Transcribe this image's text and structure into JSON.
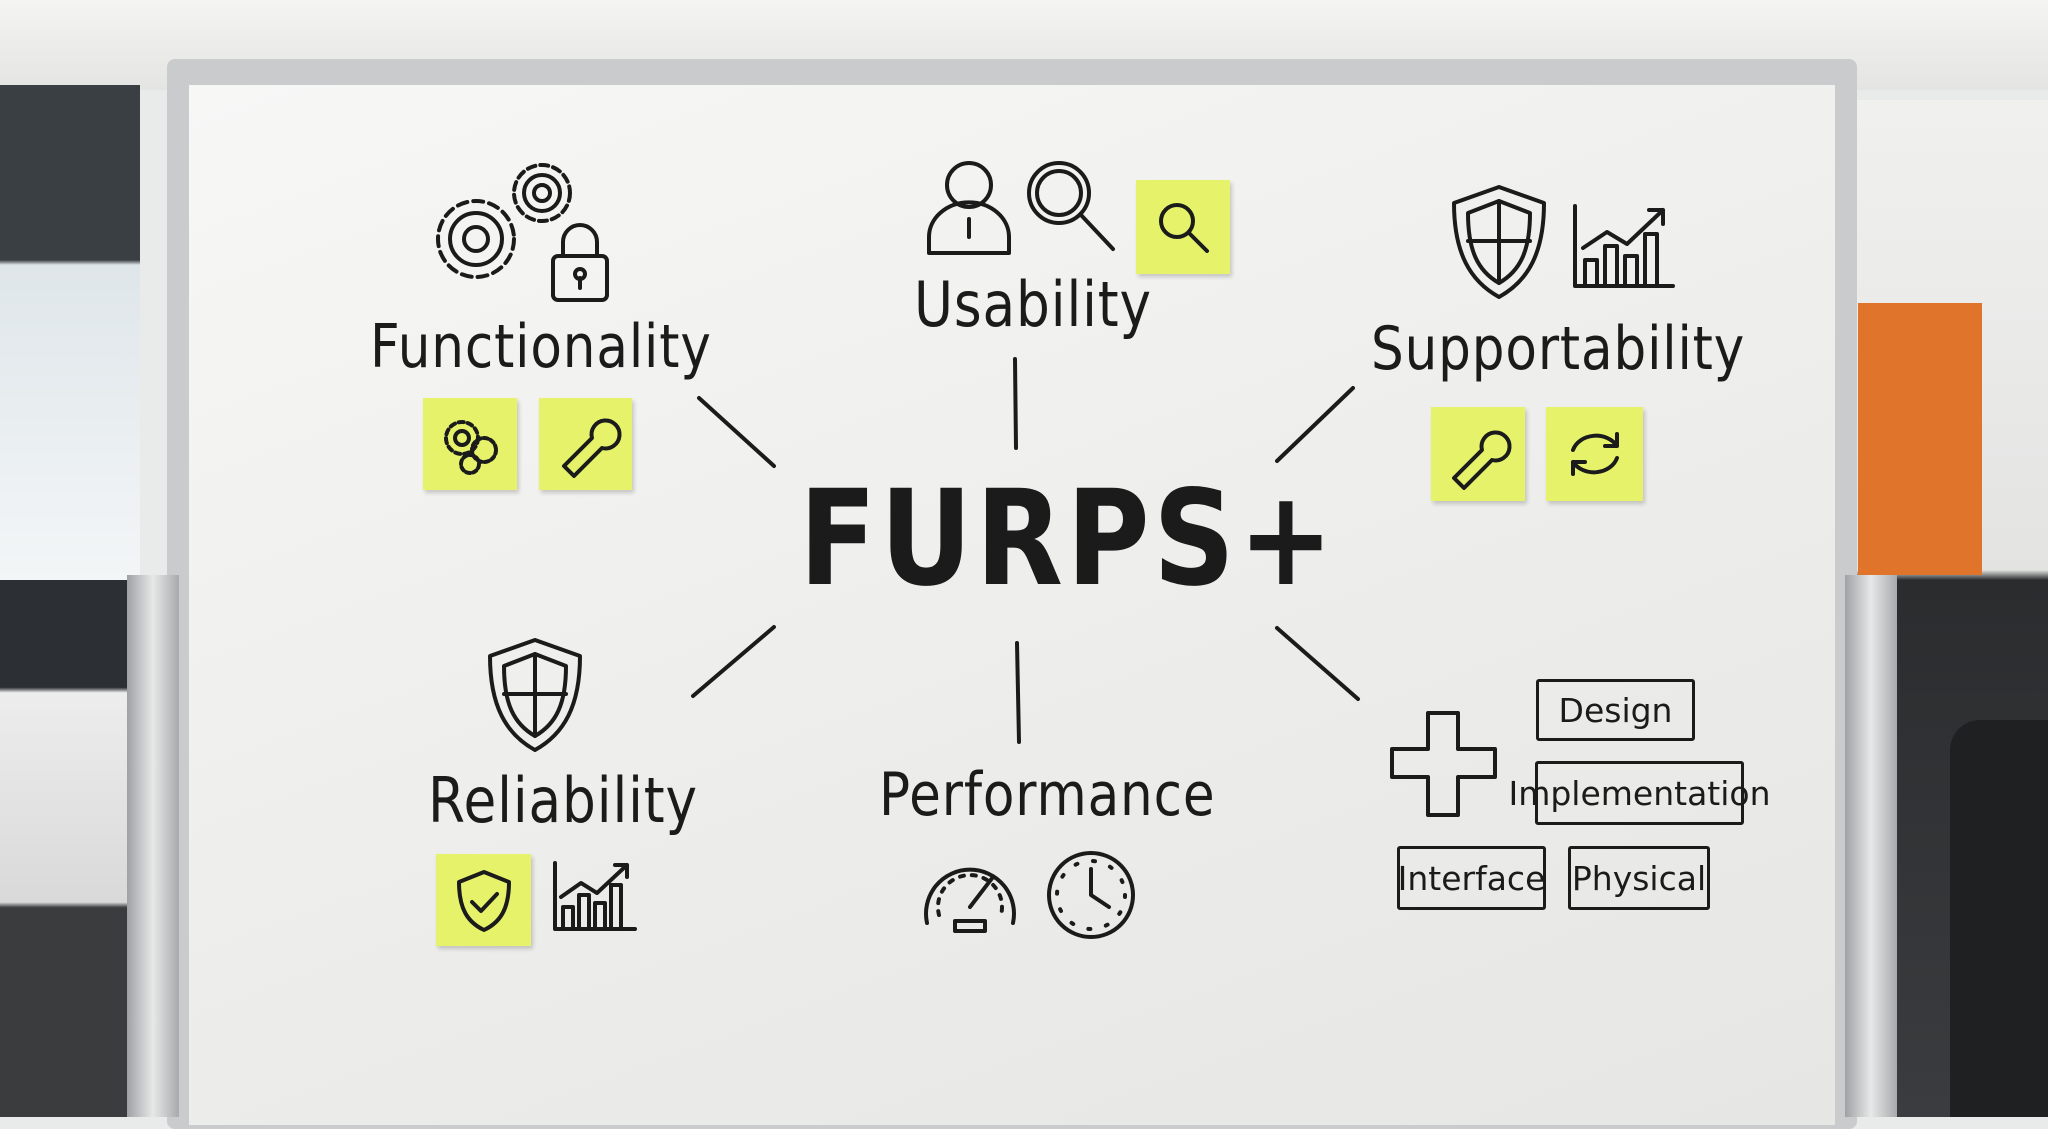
{
  "title": "FURPS+",
  "categories": {
    "functionality": {
      "label": "Functionality",
      "icons": [
        "gears-icon",
        "lock-icon"
      ],
      "stickies": [
        "gears-icon",
        "wrench-icon"
      ]
    },
    "usability": {
      "label": "Usability",
      "icons": [
        "user-icon",
        "magnifier-icon"
      ],
      "stickies": [
        "magnifier-icon"
      ]
    },
    "supportability": {
      "label": "Supportability",
      "icons": [
        "shield-icon",
        "bar-chart-icon"
      ],
      "stickies": [
        "wrench-icon",
        "refresh-icon"
      ]
    },
    "reliability": {
      "label": "Reliability",
      "icons": [
        "shield-icon"
      ],
      "stickies": [
        "shield-check-icon"
      ],
      "extra_icons": [
        "bar-chart-icon"
      ]
    },
    "performance": {
      "label": "Performance",
      "icons": [
        "gauge-icon",
        "clock-icon"
      ]
    },
    "plus": {
      "icon": "plus-icon",
      "items": [
        "Design",
        "Implementation",
        "Interface",
        "Physical"
      ]
    }
  },
  "colors": {
    "sticky": "#e6f36a",
    "ink": "#1b1b1b",
    "wall_accent": "#e0742a"
  }
}
